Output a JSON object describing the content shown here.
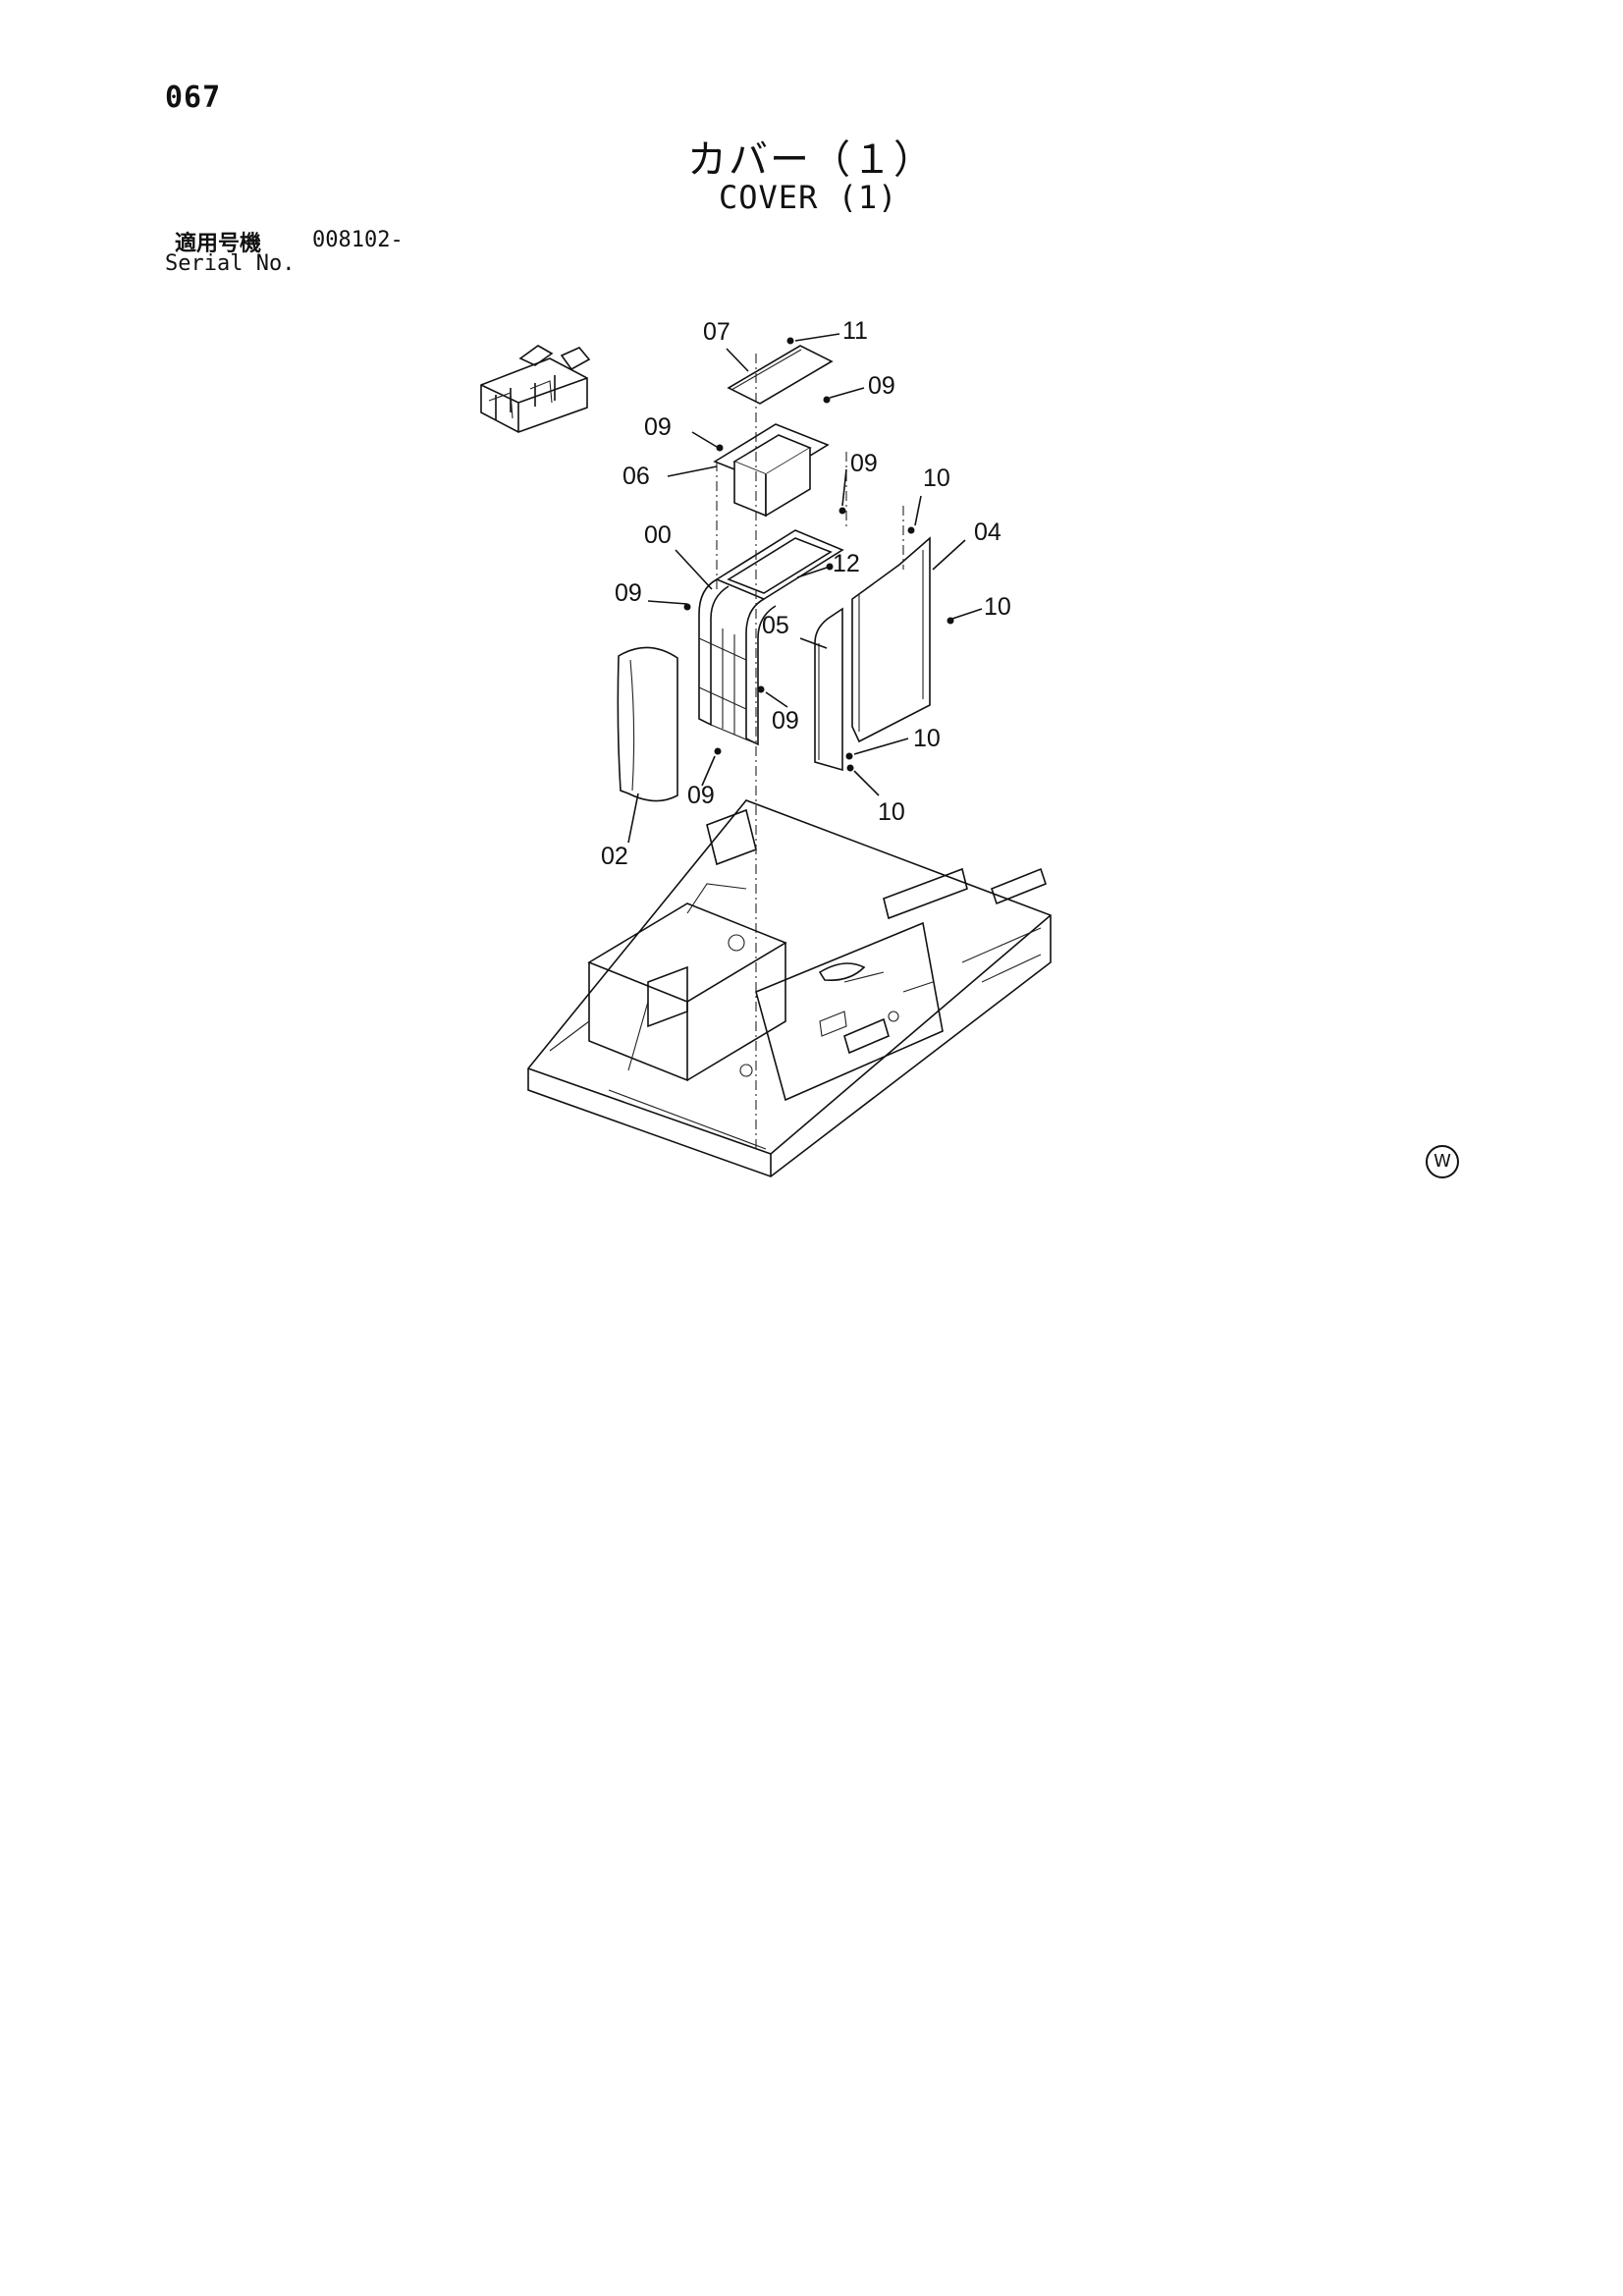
{
  "page_number": "067",
  "title_jp": "カバー（１）",
  "title_en": "COVER (1)",
  "serial_label_jp": "適用号機",
  "serial_value": "008102-",
  "serial_label_en": "Serial No.",
  "watermark": "W",
  "callouts": [
    "07",
    "11",
    "09",
    "09",
    "06",
    "09",
    "10",
    "00",
    "04",
    "12",
    "09",
    "10",
    "05",
    "09",
    "10",
    "09",
    "10",
    "02"
  ]
}
